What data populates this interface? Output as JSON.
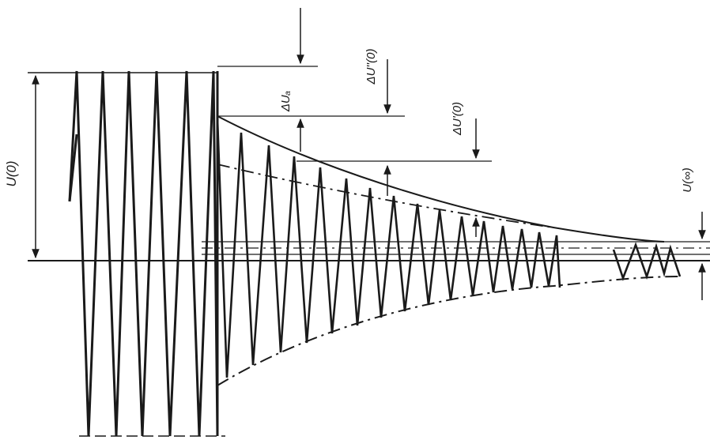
{
  "labels": {
    "u0": "U(0)",
    "du_b": "ΔUₐ",
    "du_pp": "ΔU''(0)",
    "du_p": "ΔU'(0)",
    "u_inf": "U(∞)"
  },
  "colors": {
    "ink": "#1a1a1a",
    "background": "#ffffff"
  }
}
